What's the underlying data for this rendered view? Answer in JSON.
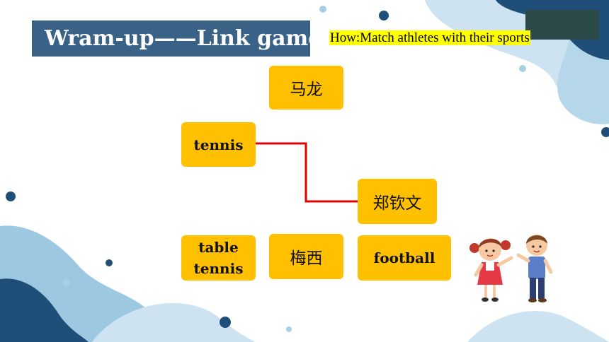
{
  "slide": {
    "title": "Wram-up——Link game",
    "instruction": "How:Match athletes with their sports"
  },
  "cards": {
    "malong": "马龙",
    "tennis": "tennis",
    "zhengqinwen": "郑钦文",
    "table_tennis_line1": "table",
    "table_tennis_line2": "tennis",
    "meixi": "梅西",
    "football": "football"
  },
  "colors": {
    "header_bg": "#3a6286",
    "card_fill": "#ffc000",
    "connector_line": "#e00000",
    "highlight": "#ffff00",
    "accent_blue": "#1f4e79",
    "light_blue": "#a9cfe6"
  },
  "illustration": {
    "icon": "two-kids-clipart-icon"
  }
}
